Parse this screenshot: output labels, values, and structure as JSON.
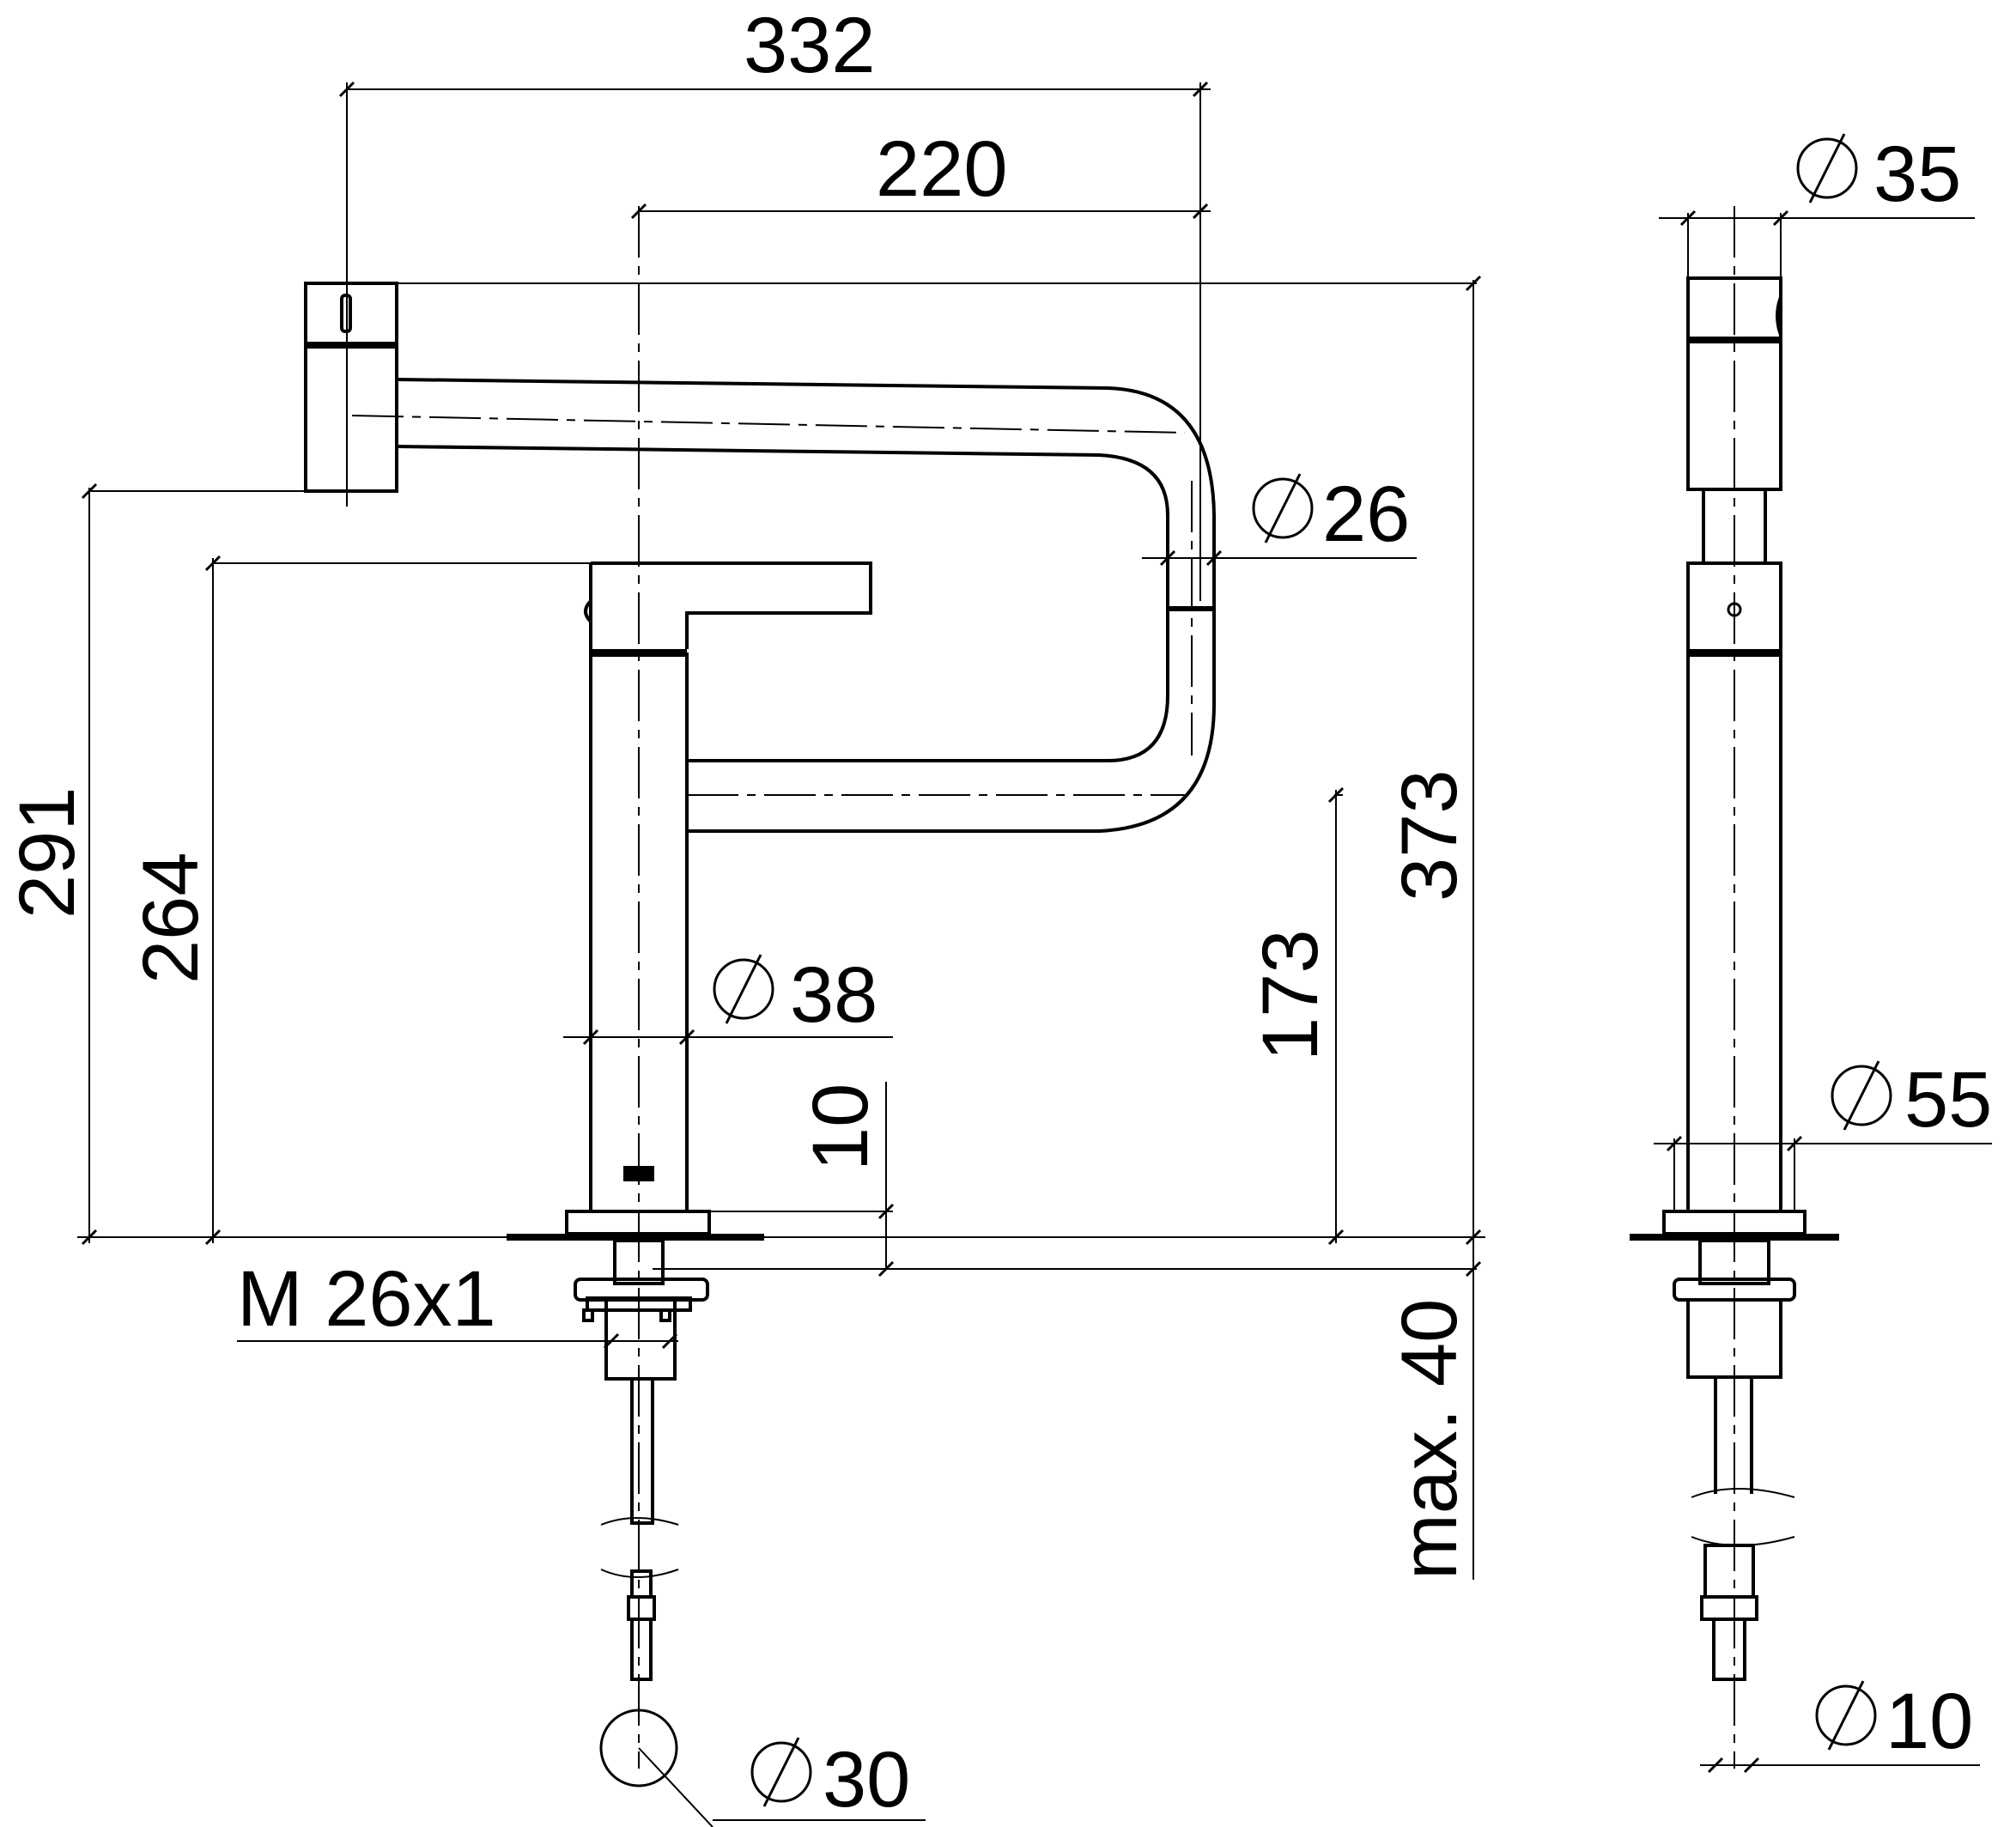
{
  "drawing": {
    "background_color": "#ffffff",
    "line_color": "#000000"
  },
  "dimensions": {
    "width_332": "332",
    "width_220": "220",
    "dia_35": "35",
    "dia_26": "26",
    "height_373": "373",
    "height_291": "291",
    "height_264": "264",
    "height_173": "173",
    "dia_38": "38",
    "height_10": "10",
    "dia_55": "55",
    "thread_m26": "M 26x1",
    "max_40": "max. 40",
    "dia_30": "30",
    "dia_10": "10"
  },
  "symbols": {
    "diameter_icon": "diameter-icon"
  }
}
